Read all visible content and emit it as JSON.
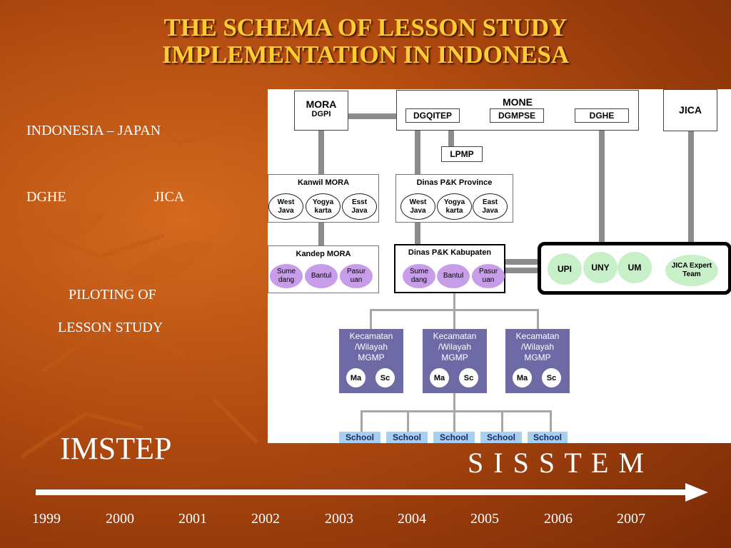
{
  "slide": {
    "title_line1": "THE SCHEMA OF LESSON STUDY",
    "title_line2": "IMPLEMENTATION IN INDONESA",
    "side_labels": {
      "indonesia_japan": "INDONESIA – JAPAN",
      "dghe": "DGHE",
      "jica": "JICA",
      "piloting_line1": "PILOTING OF",
      "piloting_line2": "LESSON STUDY"
    },
    "imstep": "IMSTEP",
    "sisstem": "S I S S T E M",
    "years": [
      "1999",
      "2000",
      "2001",
      "2002",
      "2003",
      "2004",
      "2005",
      "2006",
      "2007"
    ]
  },
  "diagram": {
    "mora": {
      "title": "MORA",
      "sub": "DGPI"
    },
    "mone": {
      "title": "MONE",
      "units": [
        "DGQITEP",
        "DGMPSE",
        "DGHE"
      ]
    },
    "jica": "JICA",
    "lpmp": "LPMP",
    "kanwil": {
      "title": "Kanwil MORA",
      "items": [
        "West\nJava",
        "Yogya\nkarta",
        "Esst\nJava"
      ]
    },
    "dinas_province": {
      "title": "Dinas P&K Province",
      "items": [
        "West\nJava",
        "Yogya\nkarta",
        "East\nJava"
      ]
    },
    "kandep": {
      "title": "Kandep MORA",
      "items": [
        "Sumedang",
        "Bantul",
        "Pasuruan"
      ]
    },
    "dinas_kabupaten": {
      "title": "Dinas P&K Kabupaten",
      "items": [
        "Sumedang",
        "Bantul",
        "Pasuruan"
      ]
    },
    "universities": [
      "UPI",
      "UNY",
      "UM",
      "JICA Expert\nTeam"
    ],
    "kecamatan": {
      "label": "Kecamatan\n/Wilayah\nMGMP",
      "ma": "Ma",
      "sc": "Sc"
    },
    "schools": [
      "School",
      "School",
      "School",
      "School",
      "School"
    ]
  },
  "colors": {
    "title": "#ffcc33",
    "background": "#b04a10",
    "kecamatan": "#6d6aa6",
    "school": "#a8cff0",
    "university": "#c8f0c8",
    "district": "#c79ce8"
  }
}
